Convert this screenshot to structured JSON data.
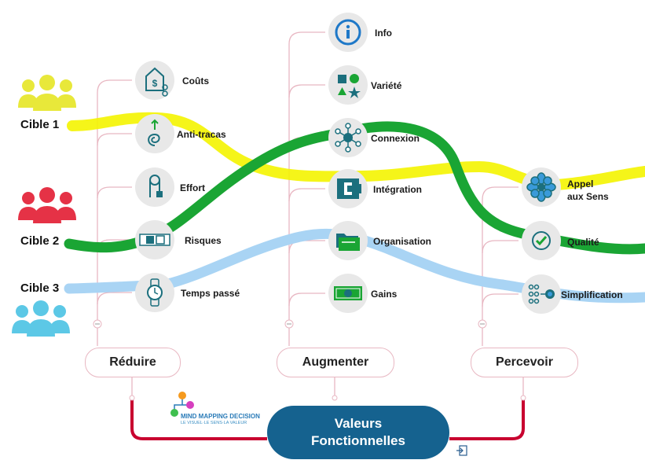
{
  "center": {
    "line1": "Valeurs",
    "line2": "Fonctionnelles"
  },
  "categories": [
    "Réduire",
    "Augmenter",
    "Percevoir"
  ],
  "cibles": [
    {
      "label": "Cible 1",
      "color": "#e8e83a"
    },
    {
      "label": "Cible 2",
      "color": "#e53246"
    },
    {
      "label": "Cible 3",
      "color": "#5cc8e6"
    }
  ],
  "reduire": [
    "Coûts",
    "Anti-tracas",
    "Effort",
    "Risques",
    "Temps passé"
  ],
  "augmenter": [
    "Info",
    "Variété",
    "Connexion",
    "Intégration",
    "Organisation",
    "Gains"
  ],
  "percevoir": [
    "Appel",
    "aux Sens",
    "Qualité",
    "Simplification"
  ],
  "logo": {
    "title": "MIND MAPPING DECISION",
    "subtitle": "LE VISUEL·LE SENS·LA VALEUR"
  },
  "colors": {
    "branch": "#c8002f",
    "center": "#15628f",
    "yellow": "#f4f400",
    "green": "#1aa534",
    "blue": "#a9d4f4",
    "icon": "#1b6f7d"
  }
}
